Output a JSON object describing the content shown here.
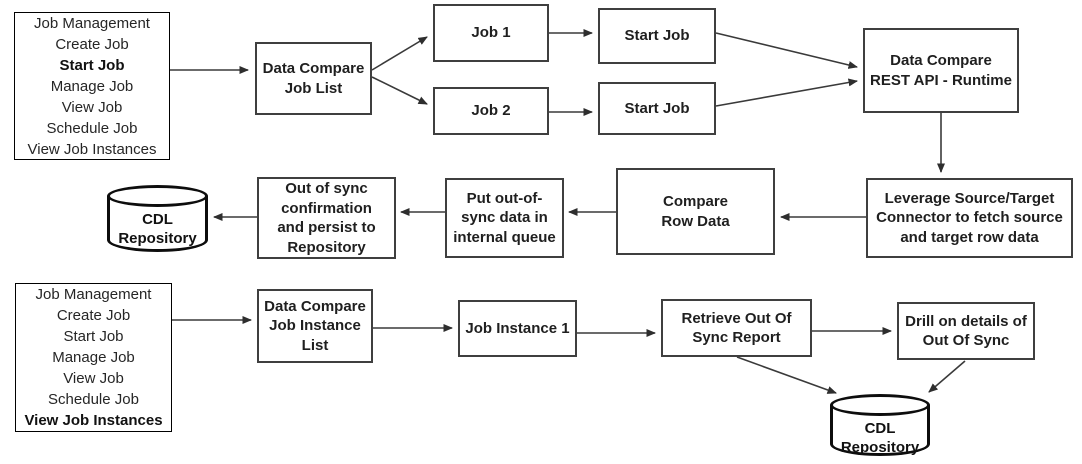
{
  "menus": {
    "top": {
      "items": [
        "Job Management",
        "Create Job",
        "Start Job",
        "Manage Job",
        "View Job",
        "Schedule Job",
        "View Job Instances"
      ],
      "bold_item": "Start Job"
    },
    "bottom": {
      "items": [
        "Job Management",
        "Create Job",
        "Start Job",
        "Manage Job",
        "View Job",
        "Schedule Job",
        "View Job Instances"
      ],
      "bold_item": "View Job Instances"
    }
  },
  "nodes": {
    "job_list": "Data Compare\nJob List",
    "job1": "Job 1",
    "start_job_1": "Start Job",
    "job2": "Job 2",
    "start_job_2": "Start Job",
    "rest_api": "Data Compare\nREST API - Runtime",
    "leverage": "Leverage Source/Target\nConnector to fetch source\nand target row data",
    "compare": "Compare\nRow Data",
    "queue": "Put out-of-\nsync data in\ninternal queue",
    "confirm": "Out of sync\nconfirmation\nand persist to\nRepository",
    "repo_top": "CDL\nRepository",
    "instance_list": "Data Compare\nJob Instance\nList",
    "job_instance_1": "Job Instance 1",
    "retrieve": "Retrieve Out Of\nSync Report",
    "drill": "Drill on details of\nOut Of Sync",
    "repo_bottom": "CDL\nRepository"
  },
  "colors": {
    "background": "#ffffff",
    "box_border": "#3f3f3f",
    "menu_border": "#000000",
    "cylinder_border": "#0d0d0d",
    "arrow": "#3a3a3a",
    "text": "#1f1f1f"
  }
}
